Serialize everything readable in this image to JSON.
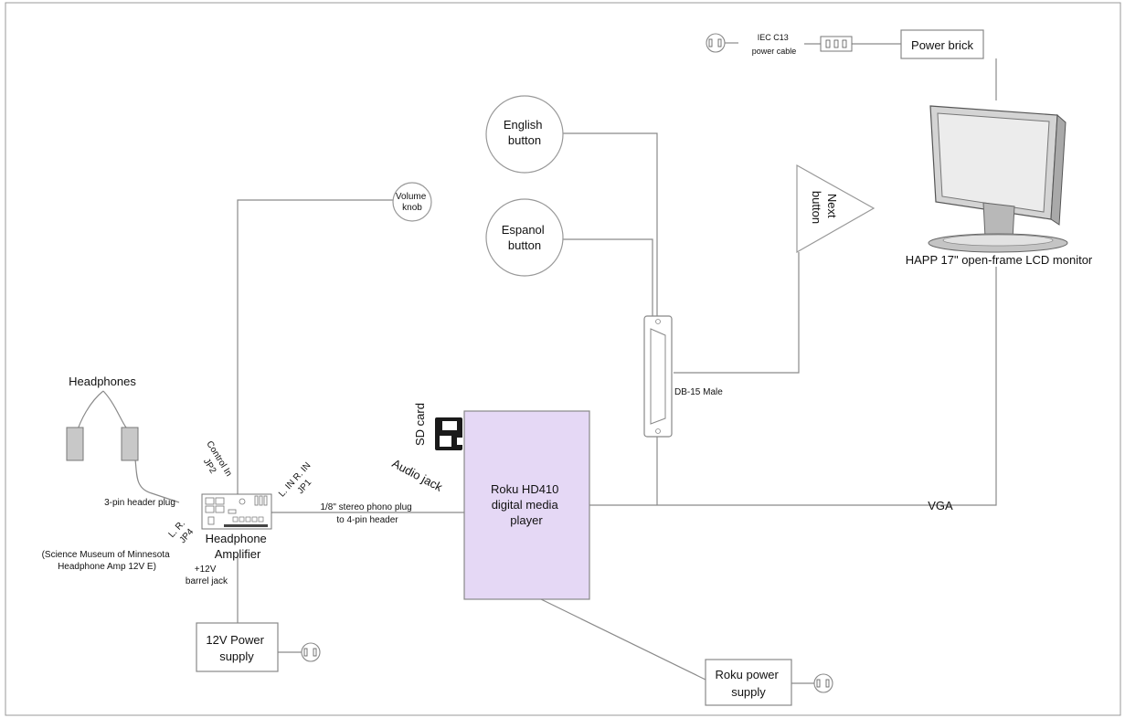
{
  "power_brick": "Power brick",
  "iec_cable": [
    "IEC C13",
    "power cable"
  ],
  "english_button": [
    "English",
    "button"
  ],
  "espanol_button": [
    "Espanol",
    "button"
  ],
  "next_button": [
    "Next",
    "button"
  ],
  "volume_knob": [
    "Volume",
    "knob"
  ],
  "monitor_label": "HAPP 17\" open-frame LCD monitor",
  "db15_label": "DB-15 Male",
  "headphones_label": "Headphones",
  "sd_card_label": "SD card",
  "audio_jack_label": "Audio jack",
  "roku_player": [
    "Roku HD410",
    "digital media",
    "player"
  ],
  "vga_label": "VGA",
  "control_in": [
    "Control In",
    "JP2"
  ],
  "jp1_label": [
    "L. IN R. IN",
    "JP1"
  ],
  "jp4_label": [
    "L.  R.",
    "JP4"
  ],
  "header_plug": "3-pin header plug",
  "phono_plug": [
    "1/8\" stereo phono plug",
    "to 4-pin header"
  ],
  "amp_label": [
    "Headphone",
    "Amplifier"
  ],
  "amp_power_jack": [
    "+12V",
    "barrel jack"
  ],
  "amp_source": [
    "(Science Museum of Minnesota",
    "Headphone Amp 12V E)"
  ],
  "psu_12v": [
    "12V Power",
    "supply"
  ],
  "roku_psu": [
    "Roku power",
    "supply"
  ],
  "colors": {
    "roku_fill": "#e5d8f5",
    "wire": "#8a8a8a",
    "border": "#888888"
  }
}
